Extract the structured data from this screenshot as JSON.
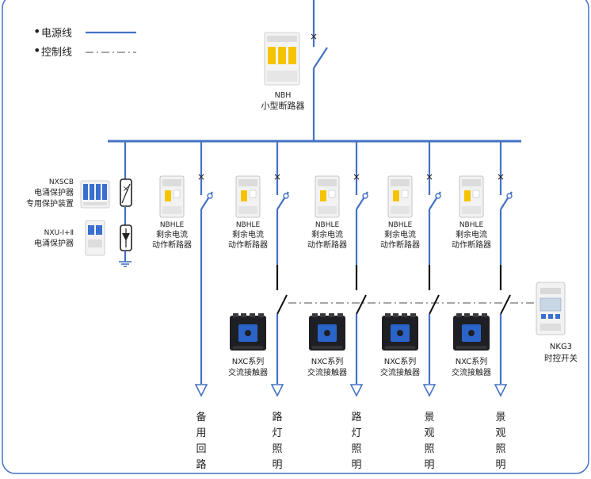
{
  "colors": {
    "power_line": "#4472c4",
    "control_line": "#888888",
    "frame": "#4472c4",
    "breaker_accent": "#f5c400",
    "contactor_body": "#1d1f24",
    "contactor_face": "#2b64c8"
  },
  "legend": {
    "power_label": "电源线",
    "control_label": "控制线"
  },
  "main_breaker": {
    "model": "NBH",
    "name": "小型断路器"
  },
  "surge_protector": {
    "model": "NXSCB",
    "line1": "电涌保护器",
    "line2": "专用保护装置"
  },
  "surge_arrester": {
    "model": "NXU-Ⅰ+Ⅱ",
    "name": "电涌保护器"
  },
  "rcbo": {
    "model": "NBHLE",
    "line1": "剩余电流",
    "line2": "动作断路器"
  },
  "contactor": {
    "model": "NXC系列",
    "name": "交流接触器"
  },
  "timer": {
    "model": "NKG3",
    "name": "时控开关"
  },
  "circuits": [
    {
      "label": [
        "备",
        "用",
        "回",
        "路"
      ]
    },
    {
      "label": [
        "路",
        "灯",
        "照",
        "明"
      ]
    },
    {
      "label": [
        "路",
        "灯",
        "照",
        "明"
      ]
    },
    {
      "label": [
        "景",
        "观",
        "照",
        "明"
      ]
    },
    {
      "label": [
        "景",
        "观",
        "照",
        "明"
      ]
    }
  ]
}
